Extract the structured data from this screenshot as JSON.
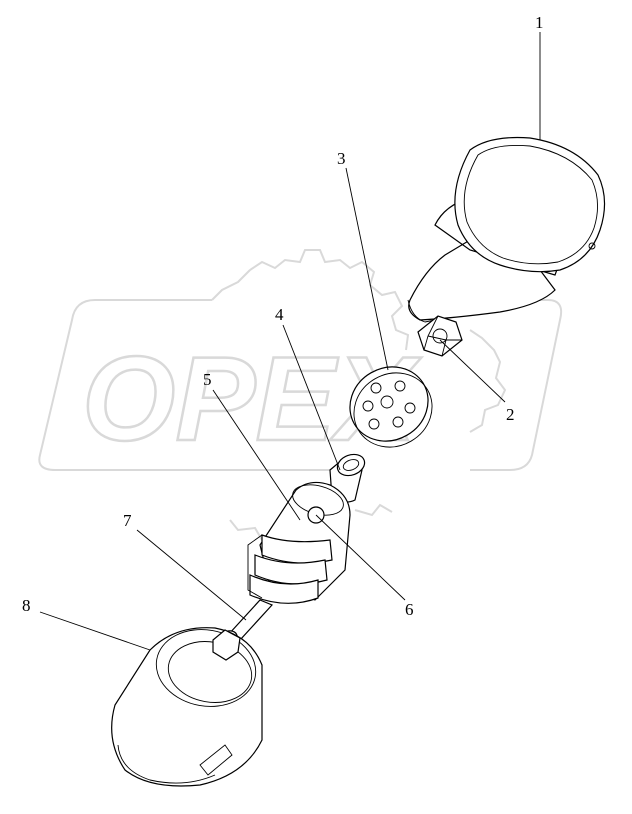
{
  "watermark": {
    "text": "OPEX"
  },
  "callouts": [
    {
      "id": "callout-1",
      "label": "1"
    },
    {
      "id": "callout-2",
      "label": "2"
    },
    {
      "id": "callout-3",
      "label": "3"
    },
    {
      "id": "callout-4",
      "label": "4"
    },
    {
      "id": "callout-5",
      "label": "5"
    },
    {
      "id": "callout-6",
      "label": "6"
    },
    {
      "id": "callout-7",
      "label": "7"
    },
    {
      "id": "callout-8",
      "label": "8"
    }
  ]
}
